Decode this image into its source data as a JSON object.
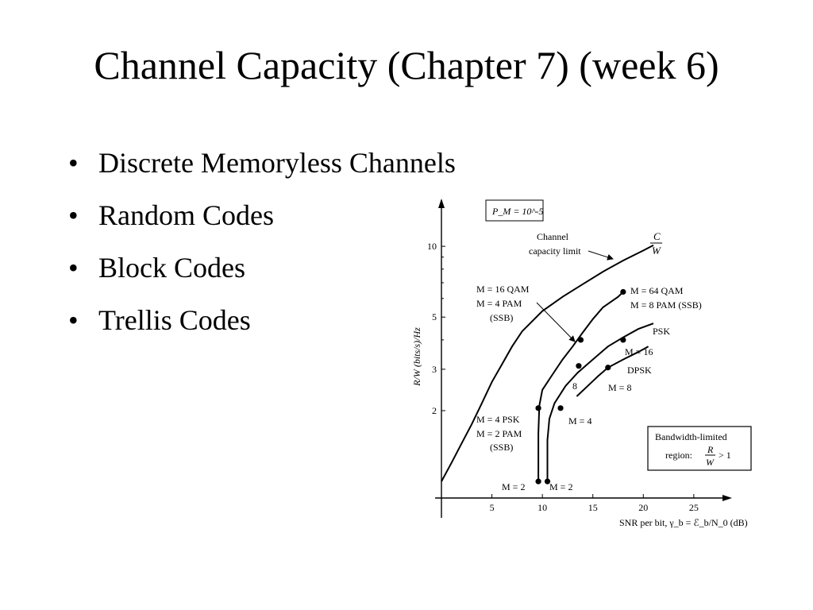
{
  "slide": {
    "title": "Channel Capacity (Chapter 7) (week 6)",
    "bullet_glyph": "•",
    "bullets": [
      "Discrete Memoryless Channels",
      "Random Codes",
      "Block Codes",
      "Trellis Codes"
    ]
  },
  "chart_data": {
    "type": "line",
    "error_prob_label": "P_M = 10^-5",
    "x_axis": {
      "label": "SNR per bit, γ_b = ℰ_b/N_0 (dB)",
      "ticks": [
        5,
        10,
        15,
        20,
        25
      ],
      "range": [
        0,
        28
      ]
    },
    "y_axis": {
      "label": "R/W (bits/s)/Hz",
      "scale": "log",
      "ticks": [
        2,
        3,
        5,
        10
      ],
      "range": [
        0.85,
        15
      ]
    },
    "grid": false,
    "series": [
      {
        "name": "C/W",
        "role": "capacity",
        "points": [
          [
            0,
            1
          ],
          [
            1,
            1.2
          ],
          [
            2,
            1.45
          ],
          [
            3,
            1.75
          ],
          [
            4,
            2.15
          ],
          [
            5,
            2.65
          ],
          [
            6,
            3.15
          ],
          [
            7,
            3.75
          ],
          [
            8,
            4.35
          ],
          [
            10,
            5.3
          ],
          [
            12,
            6.1
          ],
          [
            14,
            6.9
          ],
          [
            16,
            7.8
          ],
          [
            18,
            8.7
          ],
          [
            20,
            9.6
          ],
          [
            21,
            10.1
          ]
        ]
      },
      {
        "name": "QAM/PAM",
        "points": [
          [
            9.6,
            1
          ],
          [
            9.6,
            1.6
          ],
          [
            9.7,
            2.1
          ],
          [
            10,
            2.45
          ],
          [
            11,
            2.85
          ],
          [
            12,
            3.3
          ],
          [
            13,
            3.75
          ],
          [
            14,
            4.3
          ],
          [
            15,
            4.9
          ],
          [
            16,
            5.5
          ],
          [
            17.5,
            6.1
          ],
          [
            18,
            6.4
          ]
        ],
        "markers": [
          [
            9.6,
            1
          ],
          [
            9.6,
            2.05
          ],
          [
            13.8,
            4.0
          ],
          [
            18,
            6.4
          ]
        ]
      },
      {
        "name": "PSK",
        "points": [
          [
            10.5,
            1
          ],
          [
            10.5,
            1.5
          ],
          [
            10.7,
            1.85
          ],
          [
            11.2,
            2.15
          ],
          [
            12.3,
            2.55
          ],
          [
            13.5,
            2.9
          ],
          [
            15,
            3.3
          ],
          [
            16.5,
            3.75
          ],
          [
            18,
            4.1
          ],
          [
            19.5,
            4.45
          ],
          [
            21,
            4.7
          ]
        ],
        "markers": [
          [
            10.5,
            1
          ],
          [
            11.8,
            2.05
          ],
          [
            13.6,
            3.1
          ],
          [
            18,
            4.0
          ]
        ]
      },
      {
        "name": "DPSK",
        "points": [
          [
            13.4,
            2.3
          ],
          [
            14.5,
            2.55
          ],
          [
            15.5,
            2.8
          ],
          [
            16.5,
            3.05
          ],
          [
            18,
            3.3
          ],
          [
            19.5,
            3.55
          ],
          [
            20.5,
            3.75
          ]
        ],
        "markers": [
          [
            16.5,
            3.05
          ]
        ]
      }
    ],
    "annotations": {
      "channel": "Channel",
      "capacity_limit": "capacity limit",
      "cw_num": "C",
      "cw_den": "W",
      "qam16": "M = 16 QAM",
      "pam4": "M = 4 PAM",
      "ssb": "(SSB)",
      "qam64": "M = 64 QAM",
      "pam8_ssb": "M = 8 PAM (SSB)",
      "psk": "PSK",
      "m16": "M = 16",
      "dpsk": "DPSK",
      "eight": "8",
      "m8": "M = 8",
      "m4": "M = 4",
      "psk4": "M = 4 PSK",
      "pam2": "M = 2 PAM",
      "m2": "M = 2",
      "bw_limited": "Bandwidth-limited",
      "region": "region:",
      "gt1": "> 1",
      "r": "R",
      "w": "W"
    }
  }
}
